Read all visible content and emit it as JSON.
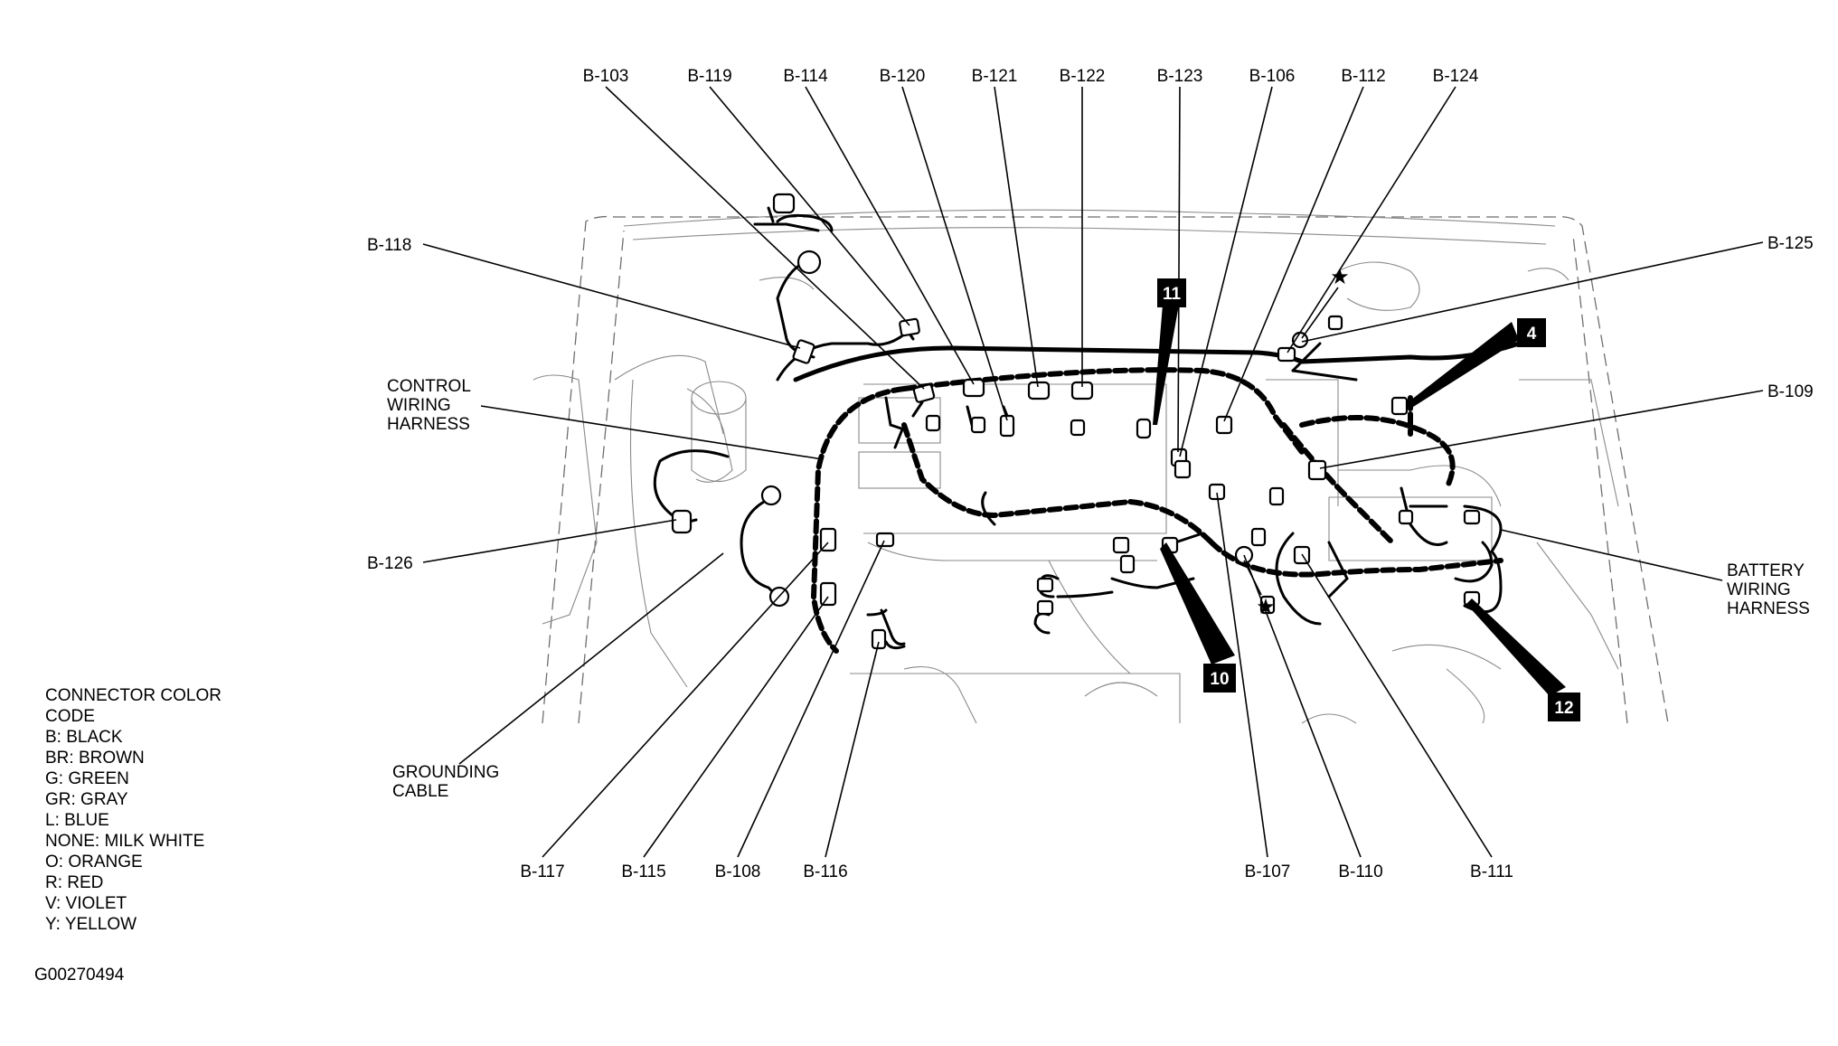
{
  "top_labels": [
    "B-103",
    "B-119",
    "B-114",
    "B-120",
    "B-121",
    "B-122",
    "B-123",
    "B-106",
    "B-112",
    "B-124"
  ],
  "bottom_labels": [
    "B-117",
    "B-115",
    "B-108",
    "B-116",
    "B-107",
    "B-110",
    "B-111"
  ],
  "left_labels": {
    "b118": "B-118",
    "control_harness": [
      "CONTROL",
      "WIRING",
      "HARNESS"
    ],
    "b126": "B-126",
    "grounding_cable": [
      "GROUNDING",
      "CABLE"
    ]
  },
  "right_labels": {
    "b125": "B-125",
    "b109": "B-109",
    "battery_harness": [
      "BATTERY",
      "WIRING",
      "HARNESS"
    ]
  },
  "markers": [
    "11",
    "4",
    "10",
    "12"
  ],
  "star_symbol": "★",
  "legend": {
    "title_lines": [
      "CONNECTOR COLOR",
      "CODE"
    ],
    "entries": [
      "B: BLACK",
      "BR: BROWN",
      "G: GREEN",
      "GR: GRAY",
      "L: BLUE",
      "NONE: MILK WHITE",
      "O: ORANGE",
      "R: RED",
      "V: VIOLET",
      "Y: YELLOW"
    ]
  },
  "figure_code": "G00270494"
}
